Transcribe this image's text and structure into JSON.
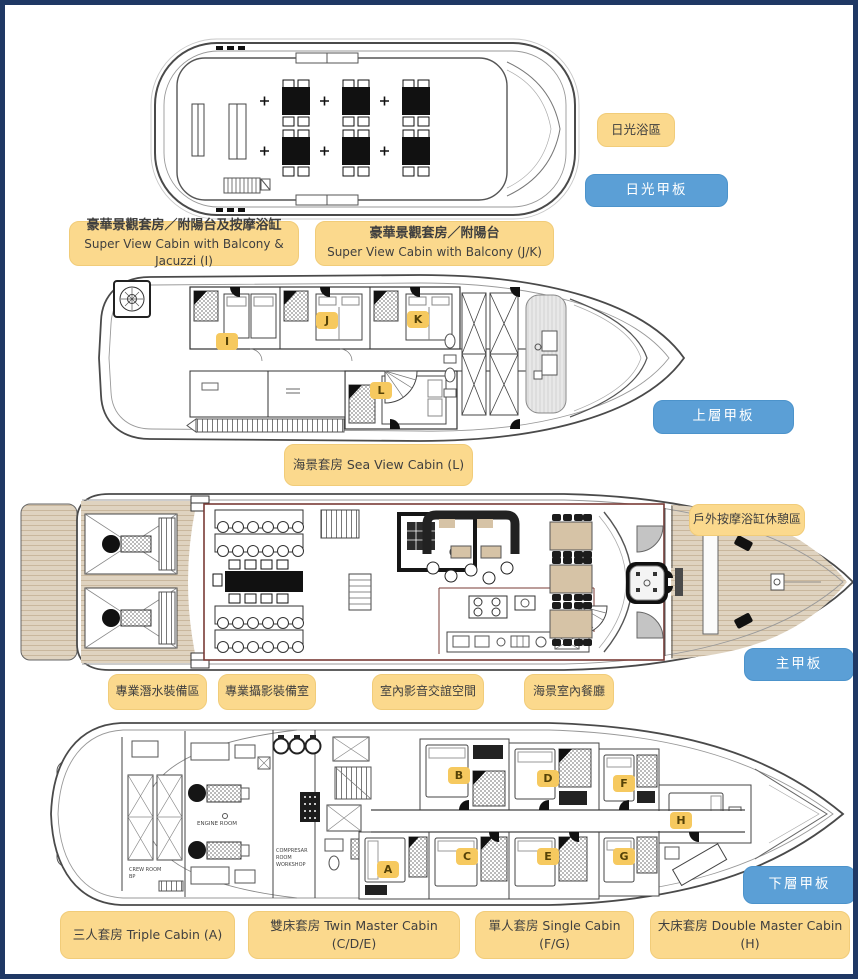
{
  "colors": {
    "page_border": "#1F3864",
    "label_yellow": "#FBD98D",
    "label_yellow_small": "#F6C95F",
    "label_blue": "#5B9FD6",
    "label_text_dark": "#3F3F3F",
    "deck_wood": "#DFD3C0",
    "table_tan": "#D6C3A6",
    "plan_line": "#4A4A4A",
    "wall_red": "#7A3B36"
  },
  "deck_badges": {
    "sun": "日光甲板",
    "upper": "上層甲板",
    "main": "主甲板",
    "lower": "下層甲板"
  },
  "area_labels": {
    "sun_bathing": "日光浴區",
    "super_view_jacuzzi_zh": "豪華景觀套房／附陽台及按摩浴缸",
    "super_view_jacuzzi_en": "Super View Cabin with Balcony & Jacuzzi (I)",
    "super_view_balcony_zh": "豪華景觀套房／附陽台",
    "super_view_balcony_en": "Super View Cabin with Balcony (J/K)",
    "sea_view_cabin": "海景套房 Sea View Cabin (L)",
    "outdoor_jacuzzi": "戶外按摩浴缸休憩區",
    "dive_gear": "專業潛水裝備區",
    "photo_gear": "專業攝影裝備室",
    "av_social": "室內影音交誼空間",
    "sea_view_dining": "海景室內餐廳",
    "triple_cabin": "三人套房 Triple Cabin (A)",
    "twin_master": "雙床套房 Twin Master Cabin (C/D/E)",
    "single_cabin": "單人套房 Single Cabin (F/G)",
    "double_master": "大床套房 Double Master Cabin (H)"
  },
  "cabin_markers": [
    {
      "letter": "I"
    },
    {
      "letter": "J"
    },
    {
      "letter": "K"
    },
    {
      "letter": "L"
    },
    {
      "letter": "A"
    },
    {
      "letter": "B"
    },
    {
      "letter": "C"
    },
    {
      "letter": "D"
    },
    {
      "letter": "E"
    },
    {
      "letter": "F"
    },
    {
      "letter": "G"
    },
    {
      "letter": "H"
    }
  ],
  "plan_texts": {
    "engine_room": "ENGINE ROOM",
    "crew_room_line1": "CREW ROOM",
    "crew_room_line2": "BP",
    "compressor_line1": "COMPRESAR",
    "compressor_line2": "ROOM",
    "compressor_line3": "WORKSHOP"
  }
}
